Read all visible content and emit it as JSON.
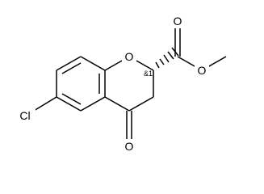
{
  "molecule": {
    "atoms": {
      "ring_oxygen": "O",
      "ketone_oxygen": "O",
      "carbonyl_oxygen": "O",
      "ester_oxygen": "O",
      "chlorine": "Cl"
    },
    "stereo_label": "&1"
  },
  "colors": {
    "bond": "#000000",
    "text": "#000000",
    "background": "#ffffff"
  }
}
